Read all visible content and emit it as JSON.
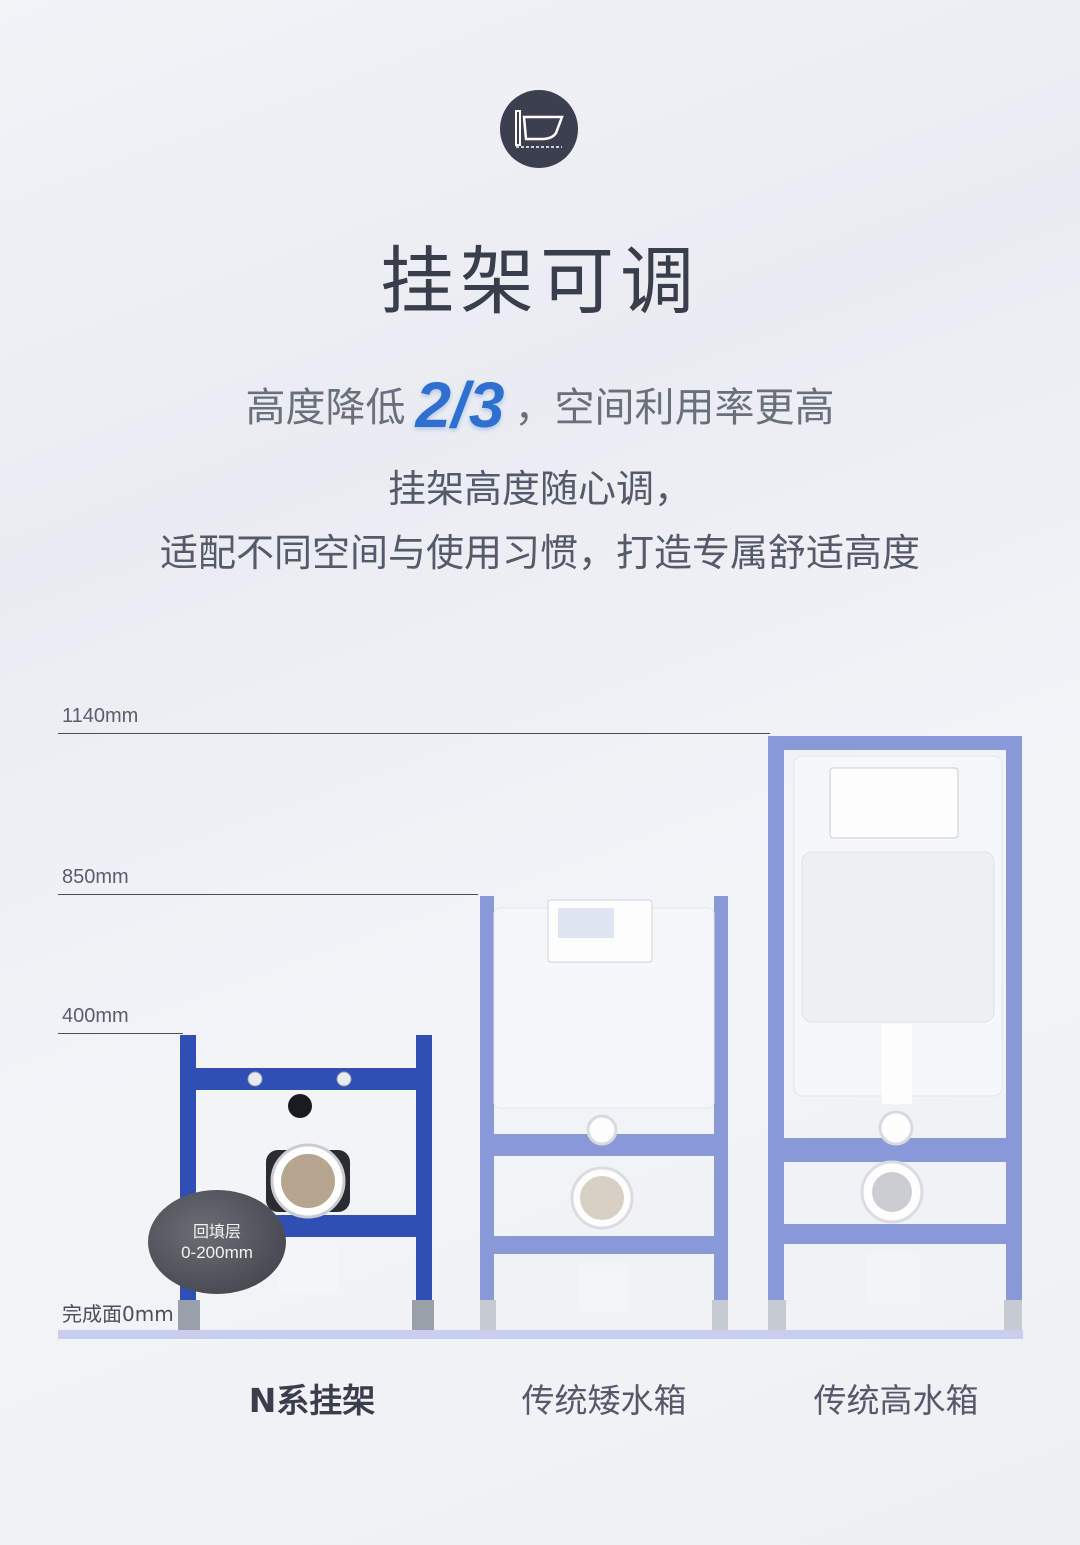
{
  "header": {
    "icon": "wall-hung-toilet-icon",
    "title": "挂架可调"
  },
  "intro": {
    "line1_prefix": "高度降低",
    "line1_highlight": "2/3",
    "line1_suffix": "，空间利用率更高",
    "line2": "挂架高度随心调，",
    "line3": "适配不同空间与使用习惯，打造专属舒适高度"
  },
  "height_marks": [
    {
      "label": "1140mm"
    },
    {
      "label": "850mm"
    },
    {
      "label": "400mm"
    }
  ],
  "floor_label": "完成面0mm",
  "backfill": {
    "title": "回填层",
    "range": "0-200mm"
  },
  "captions": {
    "n_series": "N系挂架",
    "low_tank": "传统矮水箱",
    "high_tank": "传统高水箱"
  },
  "colors": {
    "frame_blue": "#2f4fb5",
    "faded_blue": "#7e8fd4",
    "floor": "#c9cdf0",
    "accent": "#2f6fcf"
  }
}
